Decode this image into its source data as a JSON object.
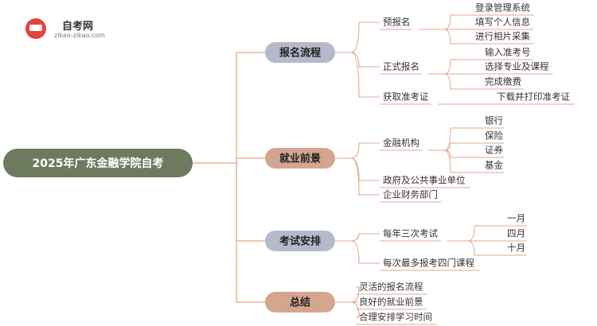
{
  "brand": {
    "name": "自考网",
    "url": "zikao-zikao.com",
    "logo_icon": "graduation-cap-icon",
    "logo_color": "#e2453c"
  },
  "colors": {
    "root_fill": "#6d7a5d",
    "branch_fill_blue": "#b6b9cb",
    "branch_fill_tan": "#d4a68f",
    "connector": "#e0a98c",
    "text": "#333333"
  },
  "root": {
    "label": "2025年广东金融学院自考"
  },
  "branches": [
    {
      "label": "报名流程",
      "style": "blue",
      "children": [
        {
          "label": "预报名",
          "children": [
            "登录管理系统",
            "填写个人信息",
            "进行相片采集"
          ]
        },
        {
          "label": "正式报名",
          "children": [
            "输入准考号",
            "选择专业及课程",
            "完成缴费"
          ]
        },
        {
          "label": "获取准考证",
          "children": [
            "下载并打印准考证"
          ]
        }
      ]
    },
    {
      "label": "就业前景",
      "style": "tan",
      "children": [
        {
          "label": "金融机构",
          "children": [
            "银行",
            "保险",
            "证券",
            "基金"
          ]
        },
        {
          "label": "政府及公共事业单位",
          "children": []
        },
        {
          "label": "企业财务部门",
          "children": []
        }
      ]
    },
    {
      "label": "考试安排",
      "style": "blue",
      "children": [
        {
          "label": "每年三次考试",
          "children": [
            "一月",
            "四月",
            "十月"
          ]
        },
        {
          "label": "每次最多报考四门课程",
          "children": []
        }
      ]
    },
    {
      "label": "总结",
      "style": "tan",
      "children": [
        {
          "label": "灵活的报名流程",
          "children": []
        },
        {
          "label": "良好的就业前景",
          "children": []
        },
        {
          "label": "合理安排学习时间",
          "children": []
        }
      ]
    }
  ]
}
